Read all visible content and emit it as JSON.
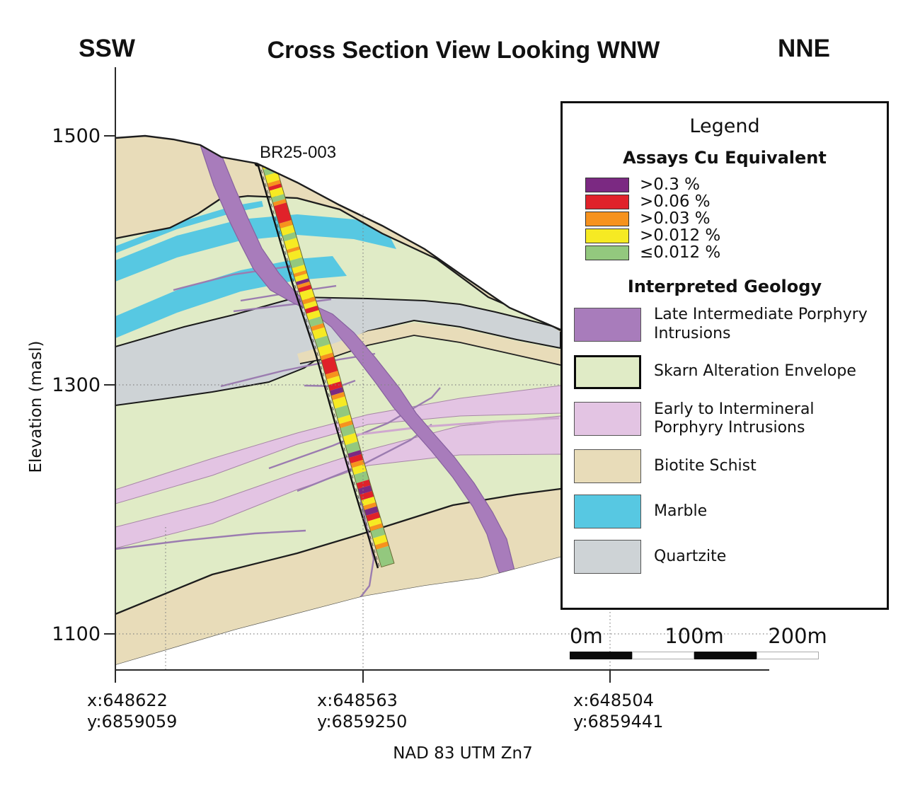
{
  "title": "Cross Section View Looking WNW",
  "direction_labels": {
    "left": "SSW",
    "right": "NNE"
  },
  "y_axis": {
    "label": "Elevation (masl)",
    "ticks": [
      "1500",
      "1300",
      "1100"
    ]
  },
  "x_axis": {
    "ticks": [
      {
        "x": "x:648622",
        "y": "y:6859059"
      },
      {
        "x": "x:648563",
        "y": "y:6859250"
      },
      {
        "x": "x:648504",
        "y": "y:6859441"
      }
    ],
    "datum": "NAD 83 UTM Zn7"
  },
  "drillhole": {
    "name": "BR25-003",
    "assay_intervals": [
      [
        "y",
        0.018
      ],
      [
        "g",
        0.033
      ],
      [
        "y",
        0.052
      ],
      [
        "o",
        0.061
      ],
      [
        "r",
        0.07
      ],
      [
        "y",
        0.087
      ],
      [
        "g",
        0.099
      ],
      [
        "o",
        0.108
      ],
      [
        "r",
        0.151
      ],
      [
        "o",
        0.163
      ],
      [
        "y",
        0.181
      ],
      [
        "g",
        0.195
      ],
      [
        "y",
        0.216
      ],
      [
        "o",
        0.224
      ],
      [
        "y",
        0.243
      ],
      [
        "g",
        0.261
      ],
      [
        "y",
        0.275
      ],
      [
        "o",
        0.283
      ],
      [
        "y",
        0.295
      ],
      [
        "p",
        0.303
      ],
      [
        "o",
        0.311
      ],
      [
        "r",
        0.321
      ],
      [
        "y",
        0.341
      ],
      [
        "o",
        0.351
      ],
      [
        "y",
        0.363
      ],
      [
        "r",
        0.374
      ],
      [
        "y",
        0.39
      ],
      [
        "g",
        0.407
      ],
      [
        "o",
        0.417
      ],
      [
        "y",
        0.438
      ],
      [
        "g",
        0.459
      ],
      [
        "y",
        0.48
      ],
      [
        "o",
        0.49
      ],
      [
        "r",
        0.525
      ],
      [
        "o",
        0.537
      ],
      [
        "y",
        0.551
      ],
      [
        "r",
        0.565
      ],
      [
        "p",
        0.577
      ],
      [
        "o",
        0.588
      ],
      [
        "y",
        0.609
      ],
      [
        "g",
        0.633
      ],
      [
        "y",
        0.647
      ],
      [
        "o",
        0.657
      ],
      [
        "g",
        0.678
      ],
      [
        "y",
        0.699
      ],
      [
        "g",
        0.72
      ],
      [
        "p",
        0.73
      ],
      [
        "r",
        0.744
      ],
      [
        "o",
        0.755
      ],
      [
        "y",
        0.772
      ],
      [
        "g",
        0.793
      ],
      [
        "r",
        0.807
      ],
      [
        "p",
        0.821
      ],
      [
        "r",
        0.835
      ],
      [
        "y",
        0.849
      ],
      [
        "o",
        0.859
      ],
      [
        "p",
        0.873
      ],
      [
        "r",
        0.887
      ],
      [
        "y",
        0.901
      ],
      [
        "o",
        0.911
      ],
      [
        "g",
        0.929
      ],
      [
        "y",
        0.946
      ],
      [
        "o",
        0.957
      ],
      [
        "g",
        1.0
      ]
    ]
  },
  "legend": {
    "title": "Legend",
    "assays": {
      "heading": "Assays Cu Equivalent",
      "items": [
        {
          "label": ">0.3 %",
          "color": "#7b2982"
        },
        {
          "label": ">0.06 %",
          "color": "#e0222a"
        },
        {
          "label": ">0.03 %",
          "color": "#f6921e"
        },
        {
          "label": ">0.012 %",
          "color": "#f6ea23"
        },
        {
          "label": "≤0.012 %",
          "color": "#93c87e"
        }
      ]
    },
    "geology": {
      "heading": "Interpreted Geology",
      "items": [
        {
          "label": "Late Intermediate Porphyry Intrusions",
          "color": "#a87cbb"
        },
        {
          "label": "Skarn Alteration Envelope",
          "color": "#e0ebc6"
        },
        {
          "label": "Early to Intermineral Porphyry Intrusions",
          "color": "#e3c4e3"
        },
        {
          "label": "Biotite Schist",
          "color": "#e8dcb9"
        },
        {
          "label": "Marble",
          "color": "#57c8e2"
        },
        {
          "label": "Quartzite",
          "color": "#ced3d6"
        }
      ]
    }
  },
  "scale_bar": {
    "labels": [
      "0m",
      "100m",
      "200m"
    ]
  },
  "colors": {
    "skarn": "#e0ebc6",
    "biotite": "#e8dcb9",
    "marble": "#57c8e2",
    "quartzite": "#ced3d6",
    "late_porphyry": "#a87cbb",
    "early_porphyry": "#e3c4e3",
    "assay": {
      "p": "#7b2982",
      "r": "#e0222a",
      "o": "#f6921e",
      "y": "#f6ea23",
      "g": "#93c87e"
    }
  }
}
